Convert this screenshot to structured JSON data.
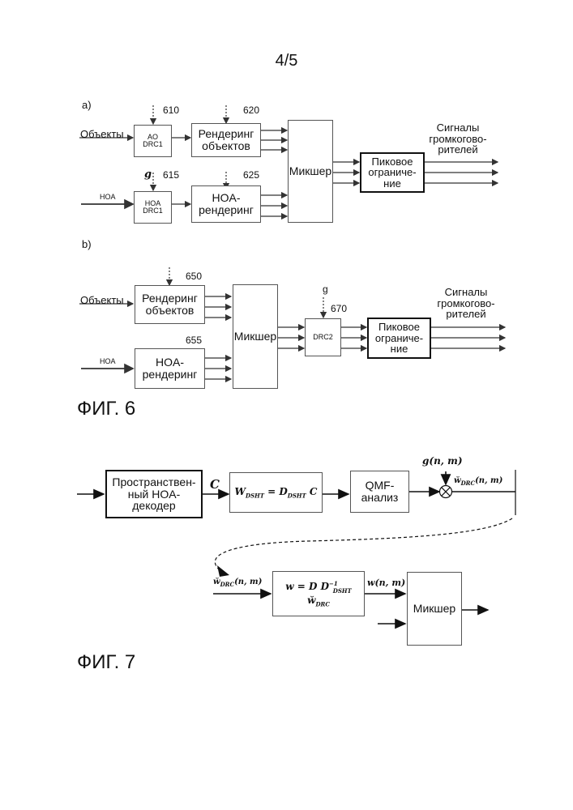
{
  "page_number": "4/5",
  "fig6": {
    "a": {
      "label": "a)",
      "input_objects": "Объекты",
      "input_hoa": "HOA",
      "ao_drc": "AO\nDRC1",
      "hoa_drc": "HOA\nDRC1",
      "g": "g",
      "ref_610": "610",
      "ref_615": "615",
      "ref_620": "620",
      "ref_625": "625",
      "obj_render": "Рендеринг\nобъектов",
      "hoa_render": "HOA-\nрендеринг",
      "mixer": "Микшер",
      "peak_limit": "Пиковое\nограниче-\nние",
      "output": "Сигналы\nгромкогово-\nрителей"
    },
    "b": {
      "label": "b)",
      "input_objects": "Объекты",
      "input_hoa": "HOA",
      "ref_650": "650",
      "ref_655": "655",
      "ref_670": "670",
      "g": "g",
      "obj_render": "Рендеринг\nобъектов",
      "hoa_render": "HOA-\nрендеринг",
      "mixer": "Микшер",
      "drc2": "DRC2",
      "peak_limit": "Пиковое\nограниче-\nние",
      "output": "Сигналы\nгромкогово-\nрителей"
    },
    "caption": "ФИГ. 6"
  },
  "fig7": {
    "decoder": "Пространствен-\nный HOA-\nдекодер",
    "c_label": "C",
    "dsht_box": "W_DSHT = D_DSHT C",
    "qmf": "QMF-\nанализ",
    "g_nm": "g(n,m)",
    "w_drc_top": "w̆_DRC(n,m)",
    "w_drc_bottom": "w̆_DRC(n,m)",
    "w_box": "w = D D_DSHT^-1 w̆_DRC",
    "w_nm": "w(n,m)",
    "mixer": "Микшер",
    "caption": "ФИГ. 7"
  }
}
